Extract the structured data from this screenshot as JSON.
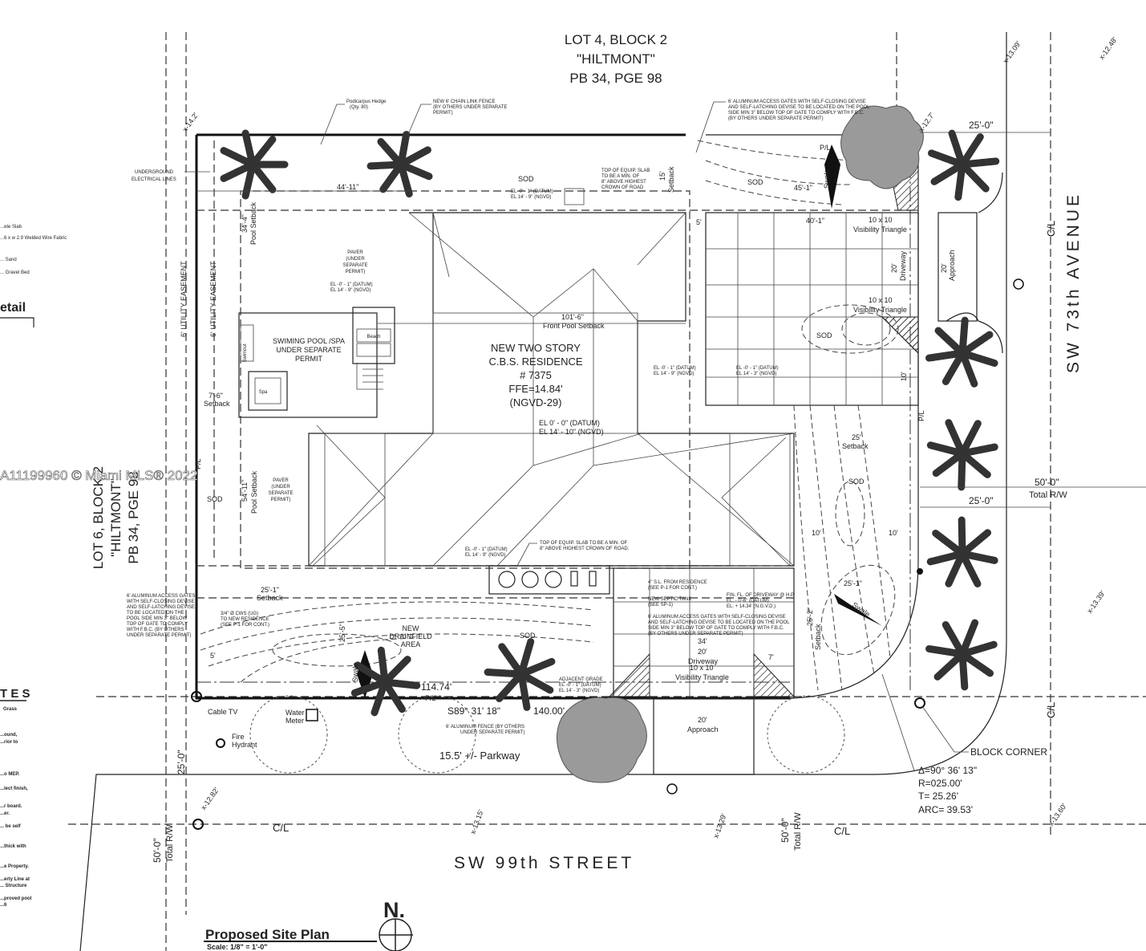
{
  "title": "Proposed Site Plan",
  "scale": "Scale: 1/8\" = 1'-0\"",
  "north": "N.",
  "watermark": "A11199960 © Miami MLS® 2022",
  "neighbors": {
    "north_lot": [
      "LOT 4, BLOCK 2",
      "\"HILTMONT\"",
      "PB 34, PGE 98"
    ],
    "west_lot": [
      "LOT 6, BLOCK 2",
      "\"HILTMONT\"",
      "PB 34, PGE 98"
    ]
  },
  "streets": {
    "east": "SW 73th AVENUE",
    "south": "SW 99th STREET"
  },
  "residence": [
    "NEW TWO STORY",
    "C.B.S. RESIDENCE",
    "# 7375",
    "FFE=14.84'",
    "(NGVD-29)"
  ],
  "residence_el": [
    "EL   0' - 0\" (DATUM)",
    "EL   14' - 10\" (NGVD)"
  ],
  "pool": [
    "SWIMING POOL /SPA",
    "UNDER SEPARATE",
    "PERMIT"
  ],
  "spa": "Spa",
  "beach": "Beach",
  "swimout": "Swimout",
  "paver": [
    "PAVER",
    "(UNDER",
    "SEPARATE",
    "PERMIT)"
  ],
  "drainfield": [
    "NEW",
    "DRAINFIELD",
    "AREA"
  ],
  "labels": {
    "podocarpus": [
      "Podicarpus Hedge",
      "(Qty. 80)"
    ],
    "chain_fence": [
      "NEW 6' CHAIN LINK FENCE",
      "(BY OTHERS UNDER SEPARATE",
      "PERMIT)"
    ],
    "gates_top": [
      "6' ALUMINUM ACCESS GATES WITH SELF-CLOSING DEVISE",
      "AND SELF-LATCHING DEVISE TO BE LOCATED ON THE POOL",
      "SIDE MIN 3\" BELOW TOP OF GATE TO COMPLY WITH F.B.C.",
      "(BY OTHERS UNDER SEPARATE PERMIT)"
    ],
    "gates_left": [
      "6' ALUMINUM ACCESS GATES",
      "WITH SELF-CLOSING DEVISE",
      "AND SELF-LATCHING DEVISE",
      "TO BE LOCATED ON THE",
      "POOL SIDE MIN 3\" BELOW",
      "TOP OF GATE TO COMPLY",
      "WITH F.B.C. (BY OTHERS",
      "UNDER SEPARATE PERMIT)"
    ],
    "gates_bottom": [
      "6' ALUMINUM ACCESS GATES WITH SELF-CLOSING DEVISE",
      "AND SELF-LATCHING DEVISE TO BE LOCATED ON THE POOL",
      "SIDE MIN 3\" BELOW TOP OF GATE TO COMPLY WITH F.B.C.",
      "(BY OTHERS UNDER SEPARATE PERMIT)"
    ],
    "fence_bottom": [
      "6' ALUMINUM FENCE (BY OTHERS",
      "UNDER SEPARATE PERMIT)"
    ],
    "underground": [
      "UNDERGROUND",
      "ELECTRICAL LINES"
    ],
    "equip_slab": [
      "TOP OF EQUIP. SLAB TO BE A MIN. OF",
      "8\" ABOVE HIGHEST CROWN OF ROAD."
    ],
    "equip_slab_top": [
      "TOP OF EQUIP. SLAB",
      "TO BE A MIN. OF",
      "8\" ABOVE HIGHEST",
      "CROWN OF ROAD"
    ],
    "sl": [
      "4\" S.L. FROM RESIDENCE",
      "(SEE P-1 FOR CONT.)"
    ],
    "septic": [
      "NEW SEPTIC TANK",
      "(SEE SP-1)"
    ],
    "driveway_fin": [
      "FIN. FL. OF DRIVEWAY @ H.P.",
      "EL. - 0'-6\" (DATUM)",
      "EL. + 14.34' (N.G.V.D.)"
    ],
    "cws": [
      "3/4\" Ø CWS (UG)",
      "TO NEW RESIDENCE",
      "(SEE P-1 FOR CONT.)"
    ],
    "adjacent_grade": "ADJACENT GRADE",
    "el_datum": "EL   -0' - 1\" (DATUM)",
    "el_ngvd": "EL   14' - 9\" (NGVD)",
    "el_ngvd2": "EL   14' - 3\" (NGVD)",
    "cable_tv": "Cable TV",
    "water_meter": [
      "Water",
      "Meter"
    ],
    "fire_hydrant": [
      "Fire",
      "Hydrant"
    ],
    "parkway": "15.5' +/- Parkway",
    "block_corner": "BLOCK CORNER",
    "curve": [
      "Δ=90° 36' 13\"",
      "R=025.00'",
      "T= 25.26'",
      "ARC= 39.53'"
    ],
    "utility_easement_1": "6' UTILITY EASEMENT",
    "utility_easement_2": "6' UTILITY EASEMENT",
    "front_pool_setback": [
      "101'-6\"",
      "Front Pool Setback"
    ],
    "pool_setback_top": [
      "34'-4\"",
      "Pool Setback"
    ],
    "pool_setback_left": [
      "54'-11\"",
      "Pool Setback"
    ],
    "setback_7_6": [
      "7'-6\"",
      "Setback"
    ],
    "setback_25_left": [
      "25'-1\"",
      "Setback"
    ],
    "setback_25_right": [
      "25'",
      "Setback"
    ],
    "setback_15": [
      "15'",
      "Setback"
    ],
    "setback_side": [
      "25'-2\"",
      "Setback"
    ],
    "dim_44_11": "44'-11\"",
    "dim_45_1": "45'-1\"",
    "dim_40_1": "40'-1\"",
    "dim_5": "5'",
    "dim_10a": "10'",
    "dim_10b": "10'",
    "dim_10c": "10'",
    "dim_25_1": "25'-1\"",
    "dim_34": "34'",
    "dim_7": "7'",
    "dim_25_5": "25'-5\"",
    "dim_5b": "5'",
    "dim_114": "114.74'",
    "bearing": "S89° 31' 18\"",
    "dim_140": "140.00'",
    "dim_25_0_top": "25'-0\"",
    "dim_25_0_right": "25'-0\"",
    "dim_50_right": [
      "50'-0\"",
      "Total R/W"
    ],
    "dim_25_0_bottom": "25'-0\"",
    "dim_50_bottom_left": [
      "50'-0\"",
      "Total R/W"
    ],
    "dim_50_bottom_right": [
      "50'-0\"",
      "Total R/W"
    ],
    "vis_tri_1": [
      "10 x 10",
      "Visibility Triangle"
    ],
    "vis_tri_2": [
      "10 x 10",
      "Visibility Triangle"
    ],
    "vis_tri_3": [
      "10 x 10",
      "Visibility Triangle"
    ],
    "driveway_east": [
      "20'",
      "Driveway"
    ],
    "approach_east": [
      "20'",
      "Approach"
    ],
    "driveway_south": [
      "20'",
      "Driveway"
    ],
    "approach_south": [
      "20'",
      "Approach"
    ],
    "sod": "SOD",
    "swale": "Swale",
    "pl": "P/L",
    "cl": "C/L",
    "elev": [
      "x-13.09'",
      "x-12.48'",
      "x-14.2'",
      "x-12.7'",
      "x-13.39'",
      "x-12.82'",
      "x-13.60'",
      "x-13.15'",
      "x-13.29'"
    ]
  },
  "legend_fragments": [
    "...ete Slab",
    "...6 x w 2.9 Welded Wire Fabric",
    "... Sand",
    "... Gravel Bed",
    "etail"
  ],
  "notes_title": "T E S",
  "notes_fragments": [
    "Grass",
    "...ound,",
    "...rior to",
    "...o MEP.",
    "...lect finish,",
    "...r board.",
    "...er.",
    "... be self",
    "...thick with",
    "...e Property.",
    "...erty Line at",
    "... Structure",
    "...proved pool",
    "...6"
  ]
}
